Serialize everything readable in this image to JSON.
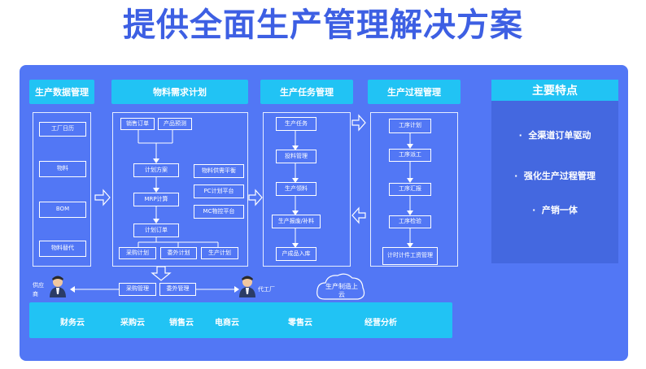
{
  "title": "提供全面生产管理解决方案",
  "columns": {
    "production_data": {
      "header": "生产数据管理",
      "items": [
        "工厂日历",
        "物料",
        "BOM",
        "物料替代"
      ]
    },
    "material_planning": {
      "header": "物料需求计划",
      "sales_order": "销售订单",
      "product_forecast": "产品预测",
      "plan_scheme": "计划方案",
      "mrp": "MRP计算",
      "plan_order": "计划订单",
      "supply_balance": "物料供需平衡",
      "pc_platform": "PC计划平台",
      "mc_platform": "MC物控平台",
      "purchase_plan": "采购计划",
      "outsource_plan": "委外计划",
      "production_plan": "生产计划"
    },
    "production_task": {
      "header": "生产任务管理",
      "items": [
        "生产任务",
        "投料管理",
        "生产领料",
        "生产报废/补料",
        "产成品入库"
      ]
    },
    "production_process": {
      "header": "生产过程管理",
      "items": [
        "工序计划",
        "工序派工",
        "工序汇报",
        "工序检验",
        "计时计件工资管理"
      ]
    }
  },
  "supplier": "供应商",
  "purchase_mgmt": "采购管理",
  "outsource_mgmt": "委外管理",
  "contractor": "代工厂",
  "cloud_label": "生产制造上云",
  "clouds": [
    "财务云",
    "采购云",
    "销售云",
    "电商云",
    "零售云",
    "经营分析"
  ],
  "features": {
    "header": "主要特点",
    "items": [
      "全渠道订单驱动",
      "强化生产过程管理",
      "产销一体"
    ]
  }
}
